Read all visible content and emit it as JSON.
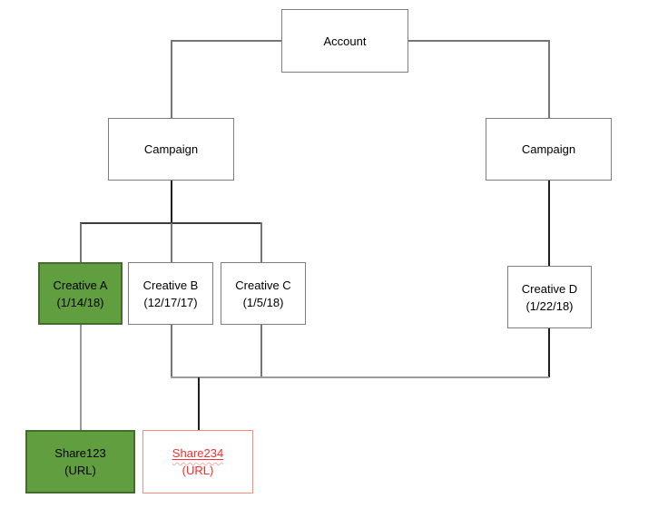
{
  "diagram": {
    "nodes": {
      "account": {
        "label": "Account"
      },
      "campaign_left": {
        "label": "Campaign"
      },
      "campaign_right": {
        "label": "Campaign"
      },
      "creative_a": {
        "name": "Creative A",
        "date": "(1/14/18)"
      },
      "creative_b": {
        "name": "Creative B",
        "date": "(12/17/17)"
      },
      "creative_c": {
        "name": "Creative C",
        "date": "(1/5/18)"
      },
      "creative_d": {
        "name": "Creative D",
        "date": "(1/22/18)"
      },
      "share123": {
        "name": "Share123",
        "detail": "(URL)"
      },
      "share234": {
        "name": "Share234",
        "detail": "(URL)"
      }
    },
    "colors": {
      "highlight_green": "#609e40",
      "green_border": "#466c2d",
      "alert_red_text": "#ff2a2a",
      "alert_red_border": "#ff8a80",
      "squiggle_pink": "#f2b3ae",
      "box_border": "#7d7d7d",
      "connector_gray": "#757575",
      "connector_light": "#9a9a9a",
      "connector_mid": "#3d3d3d",
      "connector_dark": "#1f1f1f"
    }
  }
}
